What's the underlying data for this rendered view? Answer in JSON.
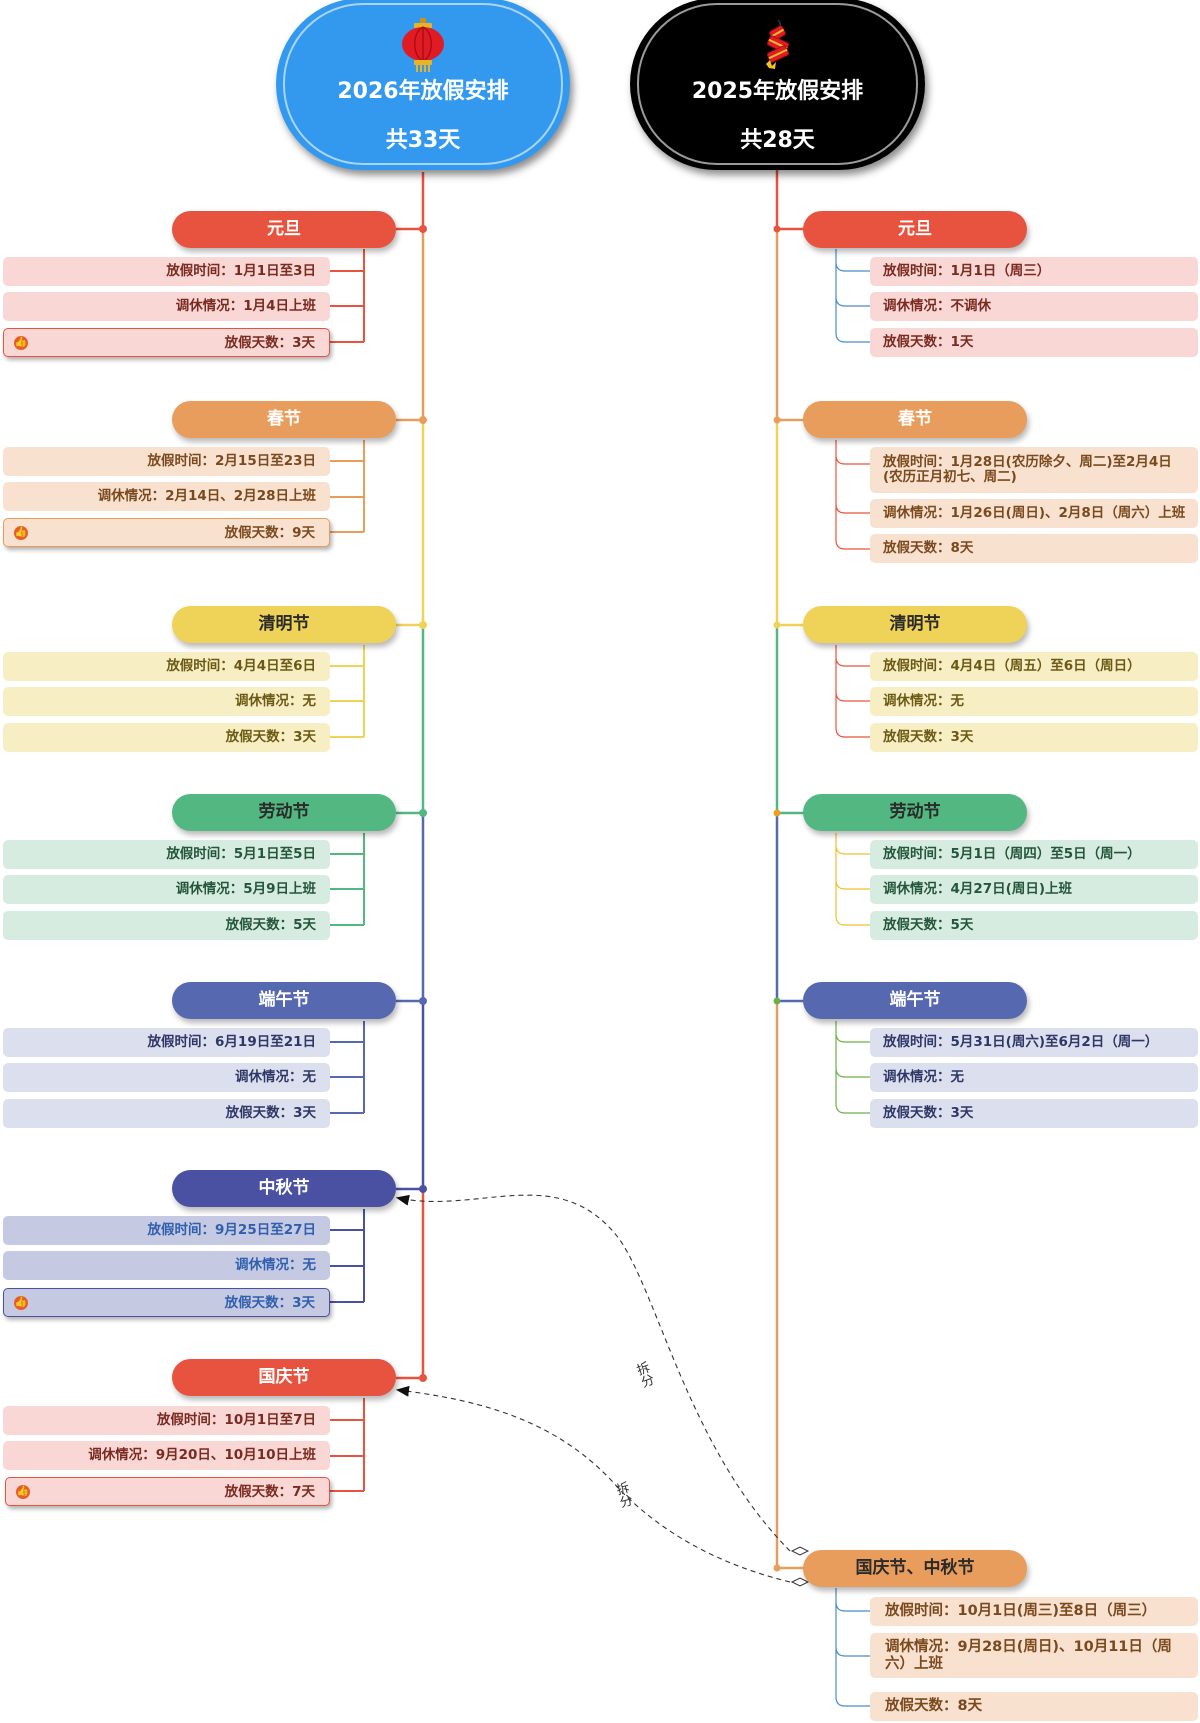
{
  "roots": {
    "y2026": {
      "title": "2026年放假安排",
      "total": "共33天",
      "icon": "lantern-icon",
      "color": "#3399ee"
    },
    "y2025": {
      "title": "2025年放假安排",
      "total": "共28天",
      "icon": "firecracker-icon",
      "color": "#000000"
    }
  },
  "holidays_2026": [
    {
      "name": "元旦",
      "time": "放假时间：1月1日至3日",
      "adjust": "调休情况：1月4日上班",
      "days": "放假天数：3天",
      "marked": true,
      "color": "#e8533f"
    },
    {
      "name": "春节",
      "time": "放假时间：2月15日至23日",
      "adjust": "调休情况：2月14日、2月28日上班",
      "days": "放假天数：9天",
      "marked": true,
      "color": "#e89d5c"
    },
    {
      "name": "清明节",
      "time": "放假时间：4月4日至6日",
      "adjust": "调休情况：无",
      "days": "放假天数：3天",
      "marked": false,
      "color": "#efd258"
    },
    {
      "name": "劳动节",
      "time": "放假时间：5月1日至5日",
      "adjust": "调休情况：5月9日上班",
      "days": "放假天数：5天",
      "marked": false,
      "color": "#52b780"
    },
    {
      "name": "端午节",
      "time": "放假时间：6月19日至21日",
      "adjust": "调休情况：无",
      "days": "放假天数：3天",
      "marked": false,
      "color": "#5668b0"
    },
    {
      "name": "中秋节",
      "time": "放假时间：9月25日至27日",
      "adjust": "调休情况：无",
      "days": "放假天数：3天",
      "marked": true,
      "color": "#4a51a3"
    },
    {
      "name": "国庆节",
      "time": "放假时间：10月1日至7日",
      "adjust": "调休情况：9月20日、10月10日上班",
      "days": "放假天数：7天",
      "marked": true,
      "color": "#e8533f"
    }
  ],
  "holidays_2025": [
    {
      "name": "元旦",
      "time": "放假时间：1月1日（周三）",
      "adjust": "调休情况：不调休",
      "days": "放假天数：1天",
      "color": "#e8533f"
    },
    {
      "name": "春节",
      "time": "放假时间：1月28日(农历除夕、周二)至2月4日(农历正月初七、周二)",
      "adjust": "调休情况：1月26日(周日)、2月8日（周六）上班",
      "days": "放假天数：8天",
      "color": "#e89d5c"
    },
    {
      "name": "清明节",
      "time": "放假时间：4月4日（周五）至6日（周日）",
      "adjust": "调休情况：无",
      "days": "放假天数：3天",
      "color": "#efd258"
    },
    {
      "name": "劳动节",
      "time": "放假时间：5月1日（周四）至5日（周一）",
      "adjust": "调休情况：4月27日(周日)上班",
      "days": "放假天数：5天",
      "color": "#52b780"
    },
    {
      "name": "端午节",
      "time": "放假时间：5月31日(周六)至6月2日（周一）",
      "adjust": "调休情况：无",
      "days": "放假天数：3天",
      "color": "#5668b0"
    },
    {
      "name": "国庆节、中秋节",
      "time": "放假时间：10月1日(周三)至8日（周三）",
      "adjust": "调休情况：9月28日(周日)、10月11日（周六）上班",
      "days": "放假天数：8天",
      "color": "#e89d5c"
    }
  ],
  "relation_label": "拆分"
}
